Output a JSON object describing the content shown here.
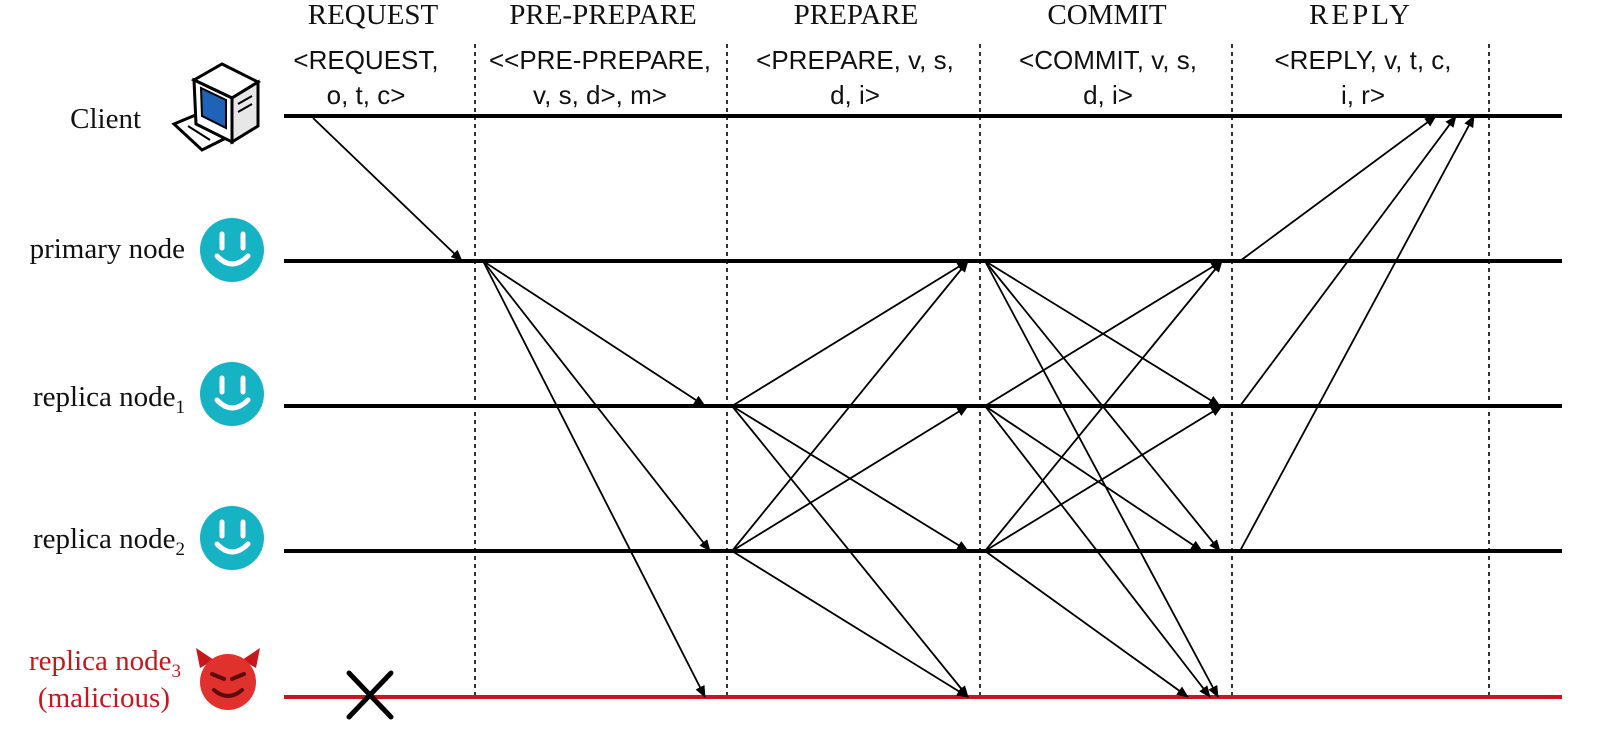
{
  "phases": [
    {
      "title": "REQUEST",
      "format": [
        "<REQUEST,",
        "o, t, c>"
      ]
    },
    {
      "title": "PRE-PREPARE",
      "format": [
        "<<PRE-PREPARE,",
        "v, s, d>, m>"
      ]
    },
    {
      "title": "PREPARE",
      "format": [
        "<PREPARE, v, s,",
        "d, i>"
      ]
    },
    {
      "title": "COMMIT",
      "format": [
        "<COMMIT, v, s,",
        "d, i>"
      ]
    },
    {
      "title": "REPLY",
      "format": [
        "<REPLY, v, t, c,",
        "i, r>"
      ]
    }
  ],
  "nodes": {
    "client": {
      "label": "Client",
      "icon": "computer-icon"
    },
    "primary": {
      "label": "primary node",
      "icon": "smiley-icon"
    },
    "replica1": {
      "label": "replica node",
      "sub": "1",
      "icon": "smiley-icon"
    },
    "replica2": {
      "label": "replica node",
      "sub": "2",
      "icon": "smiley-icon"
    },
    "replica3": {
      "label": "replica node",
      "sub": "3",
      "label2": "(malicious)",
      "icon": "devil-icon",
      "failed_marker": "x-icon"
    }
  },
  "colors": {
    "line": "#000000",
    "honest_icon": "#16b3c4",
    "malicious": "#c8161d",
    "devil_face": "#e0312d"
  }
}
